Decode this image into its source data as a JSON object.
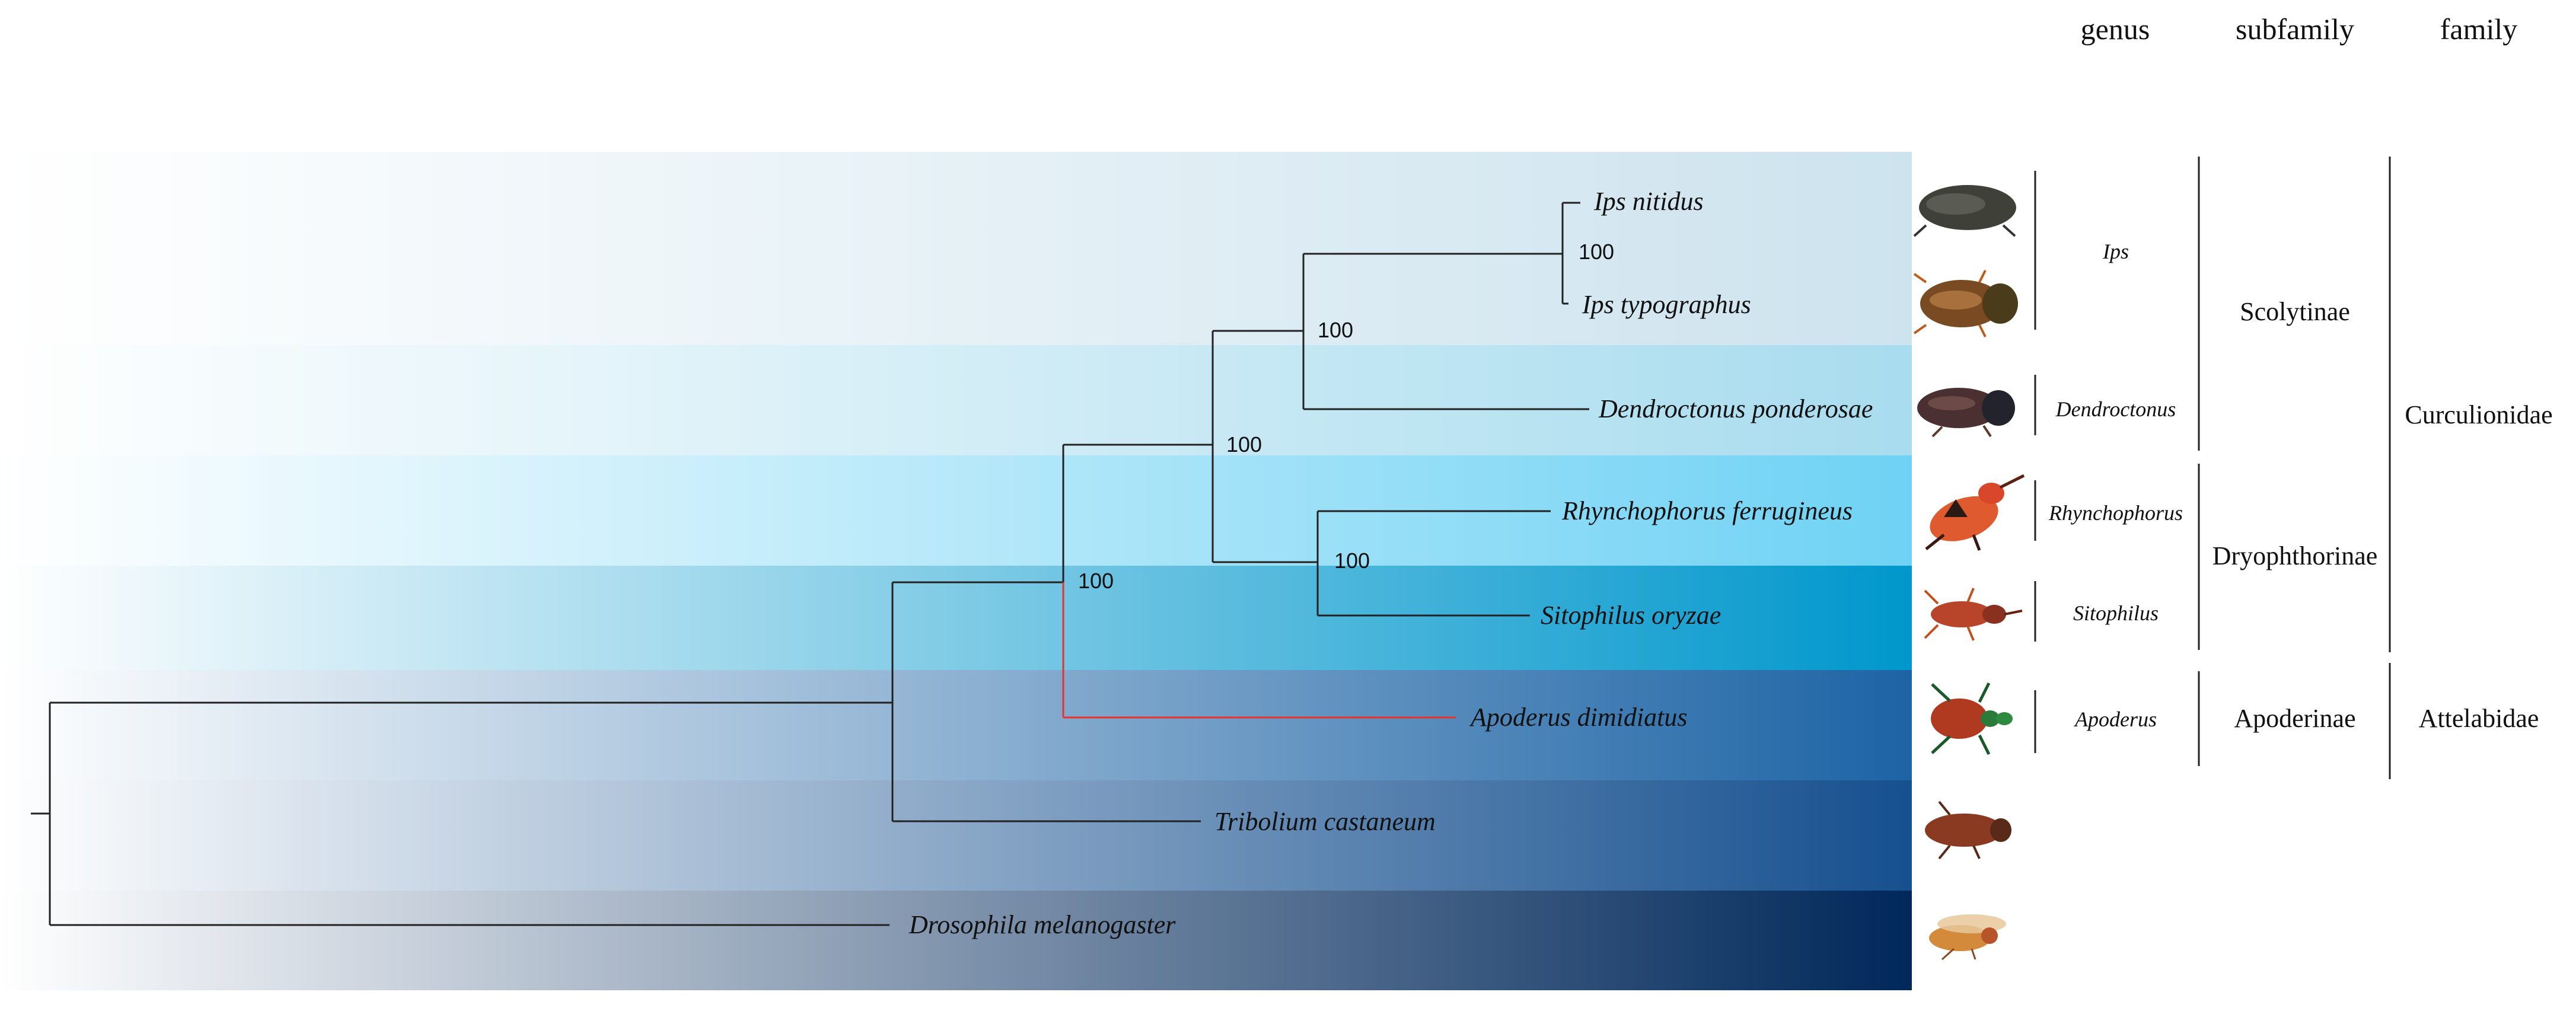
{
  "headers": {
    "genus": "genus",
    "subfamily": "subfamily",
    "family": "family"
  },
  "taxa": [
    "Ips nitidus",
    "Ips typographus",
    "Dendroctonus ponderosae",
    "Rhynchophorus ferrugineus",
    "Sitophilus oryzae",
    "Apoderus dimidiatus",
    "Tribolium castaneum",
    "Drosophila melanogaster"
  ],
  "bootstrap": [
    "100",
    "100",
    "100",
    "100",
    "100"
  ],
  "genera": [
    "Ips",
    "Dendroctonus",
    "Rhynchophorus",
    "Sitophilus",
    "Apoderus"
  ],
  "subfamilies": [
    "Scolytinae",
    "Dryophthorinae",
    "Apoderinae"
  ],
  "families": [
    "Curculionidae",
    "Attelabidae"
  ],
  "colors": {
    "branch": "#222222",
    "highlight_branch": "#e8332a",
    "band_light": "#cfe6f0",
    "band_cyan": "#00a3d4",
    "band_navy": "#002a5c"
  },
  "icons": [
    "beetle-icon",
    "fly-icon"
  ]
}
